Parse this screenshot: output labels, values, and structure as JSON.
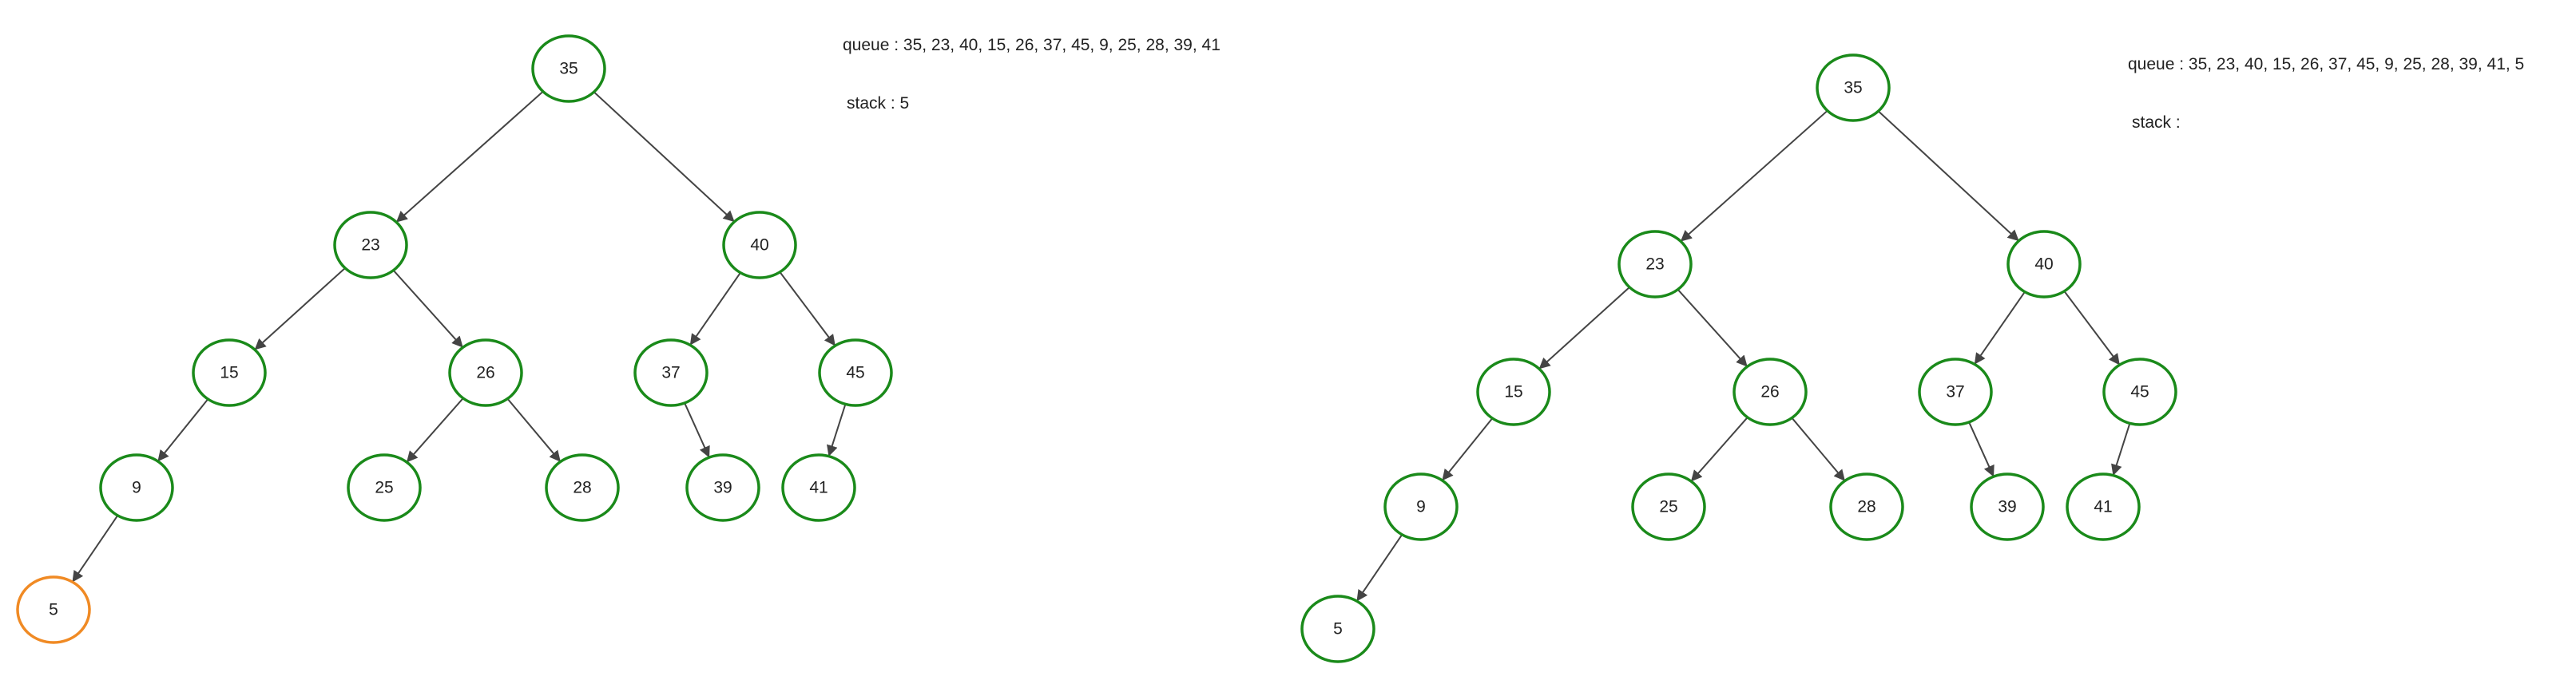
{
  "colors": {
    "node_stroke": "#1a8a1a",
    "highlight_stroke": "#f08a24",
    "edge": "#444444",
    "text": "#222222"
  },
  "panels": [
    {
      "queue_label": "queue : 35, 23, 40, 15, 26, 37, 45, 9, 25, 28, 39, 41",
      "stack_label": "stack :  5",
      "tree": {
        "nodes": [
          {
            "id": "n35",
            "label": "35",
            "highlight": false
          },
          {
            "id": "n23",
            "label": "23",
            "highlight": false
          },
          {
            "id": "n40",
            "label": "40",
            "highlight": false
          },
          {
            "id": "n15",
            "label": "15",
            "highlight": false
          },
          {
            "id": "n26",
            "label": "26",
            "highlight": false
          },
          {
            "id": "n37",
            "label": "37",
            "highlight": false
          },
          {
            "id": "n45",
            "label": "45",
            "highlight": false
          },
          {
            "id": "n9",
            "label": "9",
            "highlight": false
          },
          {
            "id": "n25",
            "label": "25",
            "highlight": false
          },
          {
            "id": "n28",
            "label": "28",
            "highlight": false
          },
          {
            "id": "n39",
            "label": "39",
            "highlight": false
          },
          {
            "id": "n41",
            "label": "41",
            "highlight": false
          },
          {
            "id": "n5",
            "label": "5",
            "highlight": true
          }
        ],
        "edges": [
          [
            "n35",
            "n23"
          ],
          [
            "n35",
            "n40"
          ],
          [
            "n23",
            "n15"
          ],
          [
            "n23",
            "n26"
          ],
          [
            "n40",
            "n37"
          ],
          [
            "n40",
            "n45"
          ],
          [
            "n15",
            "n9"
          ],
          [
            "n26",
            "n25"
          ],
          [
            "n26",
            "n28"
          ],
          [
            "n37",
            "n39"
          ],
          [
            "n45",
            "n41"
          ],
          [
            "n9",
            "n5"
          ]
        ]
      }
    },
    {
      "queue_label": "queue : 35, 23, 40, 15, 26, 37, 45, 9, 25, 28, 39, 41, 5",
      "stack_label": "stack :",
      "tree": {
        "nodes": [
          {
            "id": "n35",
            "label": "35",
            "highlight": false
          },
          {
            "id": "n23",
            "label": "23",
            "highlight": false
          },
          {
            "id": "n40",
            "label": "40",
            "highlight": false
          },
          {
            "id": "n15",
            "label": "15",
            "highlight": false
          },
          {
            "id": "n26",
            "label": "26",
            "highlight": false
          },
          {
            "id": "n37",
            "label": "37",
            "highlight": false
          },
          {
            "id": "n45",
            "label": "45",
            "highlight": false
          },
          {
            "id": "n9",
            "label": "9",
            "highlight": false
          },
          {
            "id": "n25",
            "label": "25",
            "highlight": false
          },
          {
            "id": "n28",
            "label": "28",
            "highlight": false
          },
          {
            "id": "n39",
            "label": "39",
            "highlight": false
          },
          {
            "id": "n41",
            "label": "41",
            "highlight": false
          },
          {
            "id": "n5",
            "label": "5",
            "highlight": false
          }
        ],
        "edges": [
          [
            "n35",
            "n23"
          ],
          [
            "n35",
            "n40"
          ],
          [
            "n23",
            "n15"
          ],
          [
            "n23",
            "n26"
          ],
          [
            "n40",
            "n37"
          ],
          [
            "n40",
            "n45"
          ],
          [
            "n15",
            "n9"
          ],
          [
            "n26",
            "n25"
          ],
          [
            "n26",
            "n28"
          ],
          [
            "n37",
            "n39"
          ],
          [
            "n45",
            "n41"
          ],
          [
            "n9",
            "n5"
          ]
        ]
      }
    }
  ]
}
